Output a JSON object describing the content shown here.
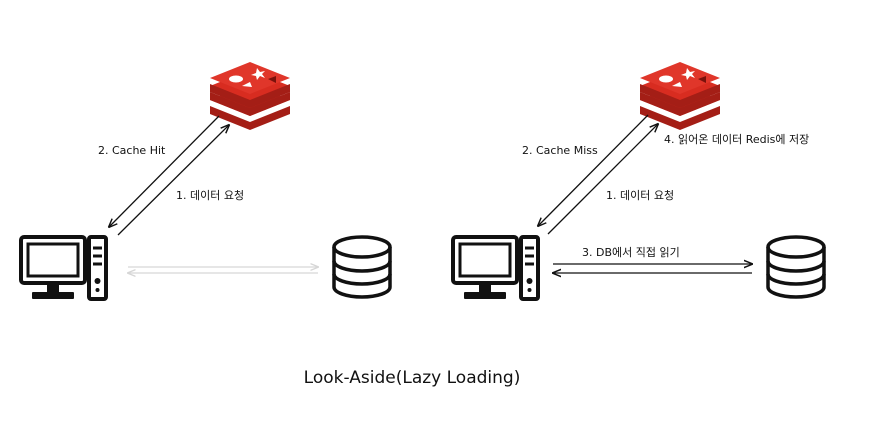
{
  "title": "Look-Aside(Lazy Loading)",
  "colors": {
    "redis_red": "#d82c20",
    "redis_dark": "#a41e16",
    "arrow": "#111111",
    "faint_arrow": "#d6d6d6",
    "icon": "#111111"
  },
  "left": {
    "label_hit": "2. Cache Hit",
    "label_request": "1. 데이터 요청"
  },
  "right": {
    "label_miss": "2. Cache Miss",
    "label_store": "4. 읽어온 데이터 Redis에 저장",
    "label_request": "1. 데이터 요청",
    "label_db_read": "3. DB에서 직접 읽기"
  }
}
